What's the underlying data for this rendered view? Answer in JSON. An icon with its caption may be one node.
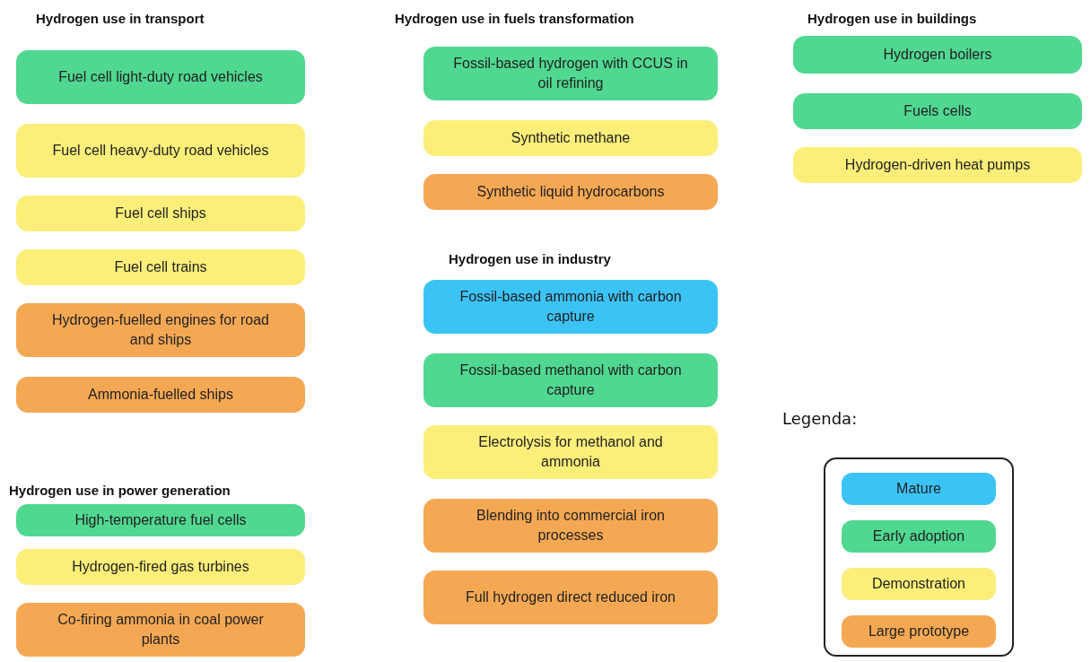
{
  "diagram": {
    "nodes": [
      {
        "text": [
          "Fuel cell light-duty road vehicles"
        ]
      },
      {
        "text": [
          "Fuel cell heavy-duty road vehicles"
        ]
      },
      {
        "text": [
          "Fuel cell ships"
        ]
      },
      {
        "text": [
          "Fuel cell trains"
        ]
      },
      {
        "text": [
          "Hydrogen-fuelled engines for road and ships"
        ]
      },
      {
        "text": [
          "Ammonia-fuelled ships"
        ]
      },
      {
        "text": [
          "High-temperature fuel cells"
        ]
      },
      {
        "text": [
          "Hydrogen-fired gas turbines"
        ]
      },
      {
        "text": [
          "Co-firing ammonia in coal power plants"
        ]
      },
      {
        "text": [
          "Fossil-based hydrogen with CCUS in oil refining"
        ]
      },
      {
        "text": [
          "Synthetic methane"
        ]
      },
      {
        "text": [
          "Synthetic liquid hydrocarbons"
        ]
      },
      {
        "text": [
          "Fossil-based ammonia with carbon capture"
        ]
      },
      {
        "text": [
          "Fossil-based methanol with carbon capture"
        ]
      },
      {
        "text": [
          "Electrolysis for methanol and ammonia"
        ]
      },
      {
        "text": [
          "Blending into commercial iron processes"
        ]
      },
      {
        "text": [
          "Full hydrogen direct reduced iron"
        ]
      },
      {
        "text": [
          "Hydrogen boilers"
        ]
      },
      {
        "text": [
          "Fuels cells"
        ]
      },
      {
        "text": [
          "Hydrogen-driven heat pumps"
        ]
      }
    ],
    "labels": [
      "Hydrogen use in transport",
      "Hydrogen use in fuels transformation",
      "Hydrogen use in buildings",
      "Hydrogen use in industry",
      "Legenda:",
      "Hydrogen use in power generation"
    ],
    "legend": [
      {
        "text": "Mature",
        "color": "#3cc3f5"
      },
      {
        "text": "Early adoption",
        "color": "#50d890"
      },
      {
        "text": "Demonstration",
        "color": "#fbef7a"
      },
      {
        "text": "Large prototype",
        "color": "#f5a854"
      }
    ]
  }
}
